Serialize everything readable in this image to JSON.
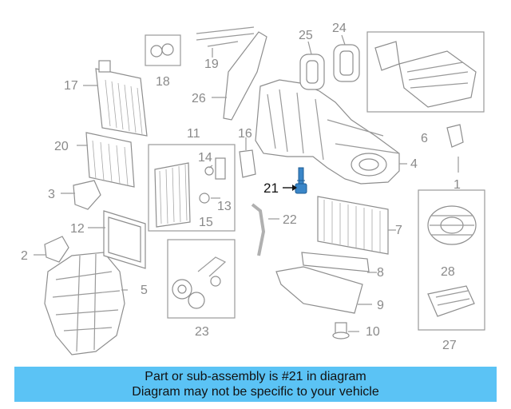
{
  "diagram": {
    "highlighted_part": "21",
    "part_numbers": [
      "1",
      "2",
      "3",
      "4",
      "5",
      "6",
      "7",
      "8",
      "9",
      "10",
      "11",
      "12",
      "13",
      "14",
      "15",
      "16",
      "17",
      "18",
      "19",
      "20",
      "21",
      "22",
      "23",
      "24",
      "25",
      "26",
      "27",
      "28"
    ]
  },
  "caption": {
    "line1": "Part or sub-assembly is #21 in diagram",
    "line2": "Diagram may not be specific to your vehicle"
  },
  "colors": {
    "caption_background": "#5bc3f5",
    "highlight_part": "#3a86c8",
    "line_art": "#8e8e8e"
  }
}
